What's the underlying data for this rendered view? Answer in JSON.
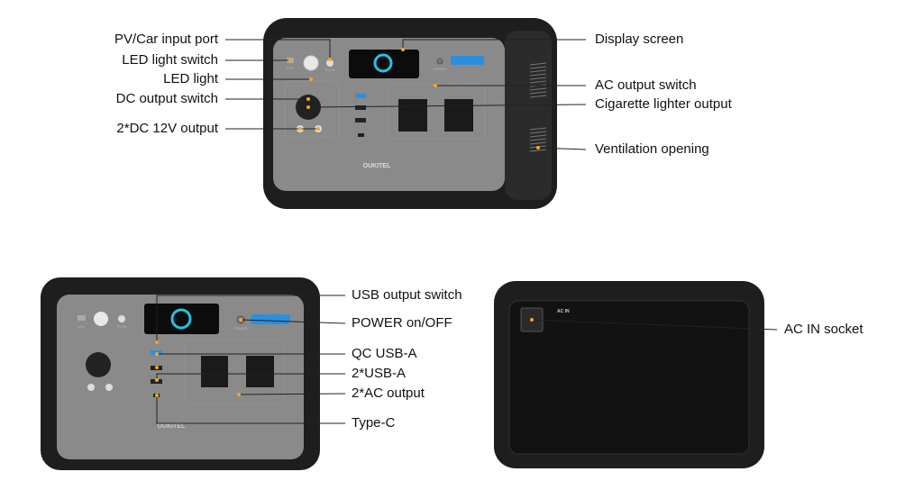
{
  "top_device": {
    "labels_left": [
      "PV/Car input port",
      "LED light switch",
      "LED light",
      "DC output switch",
      "2*DC 12V output"
    ],
    "labels_right": [
      "Display screen",
      "AC output switch",
      "Cigarette lighter output",
      "Ventilation opening"
    ],
    "panel_text": {
      "led": "LED",
      "pv_in": "PV IN",
      "power": "POWER",
      "brand": "OUKITEL"
    }
  },
  "front_device": {
    "labels": [
      "USB output switch",
      "POWER on/OFF",
      "QC USB-A",
      "2*USB-A",
      "2*AC output",
      "Type-C"
    ],
    "panel_text": {
      "led": "LED",
      "pv_in": "PV IN",
      "power": "POWER",
      "brand": "OUKITEL"
    }
  },
  "back_device": {
    "labels": [
      "AC IN socket"
    ],
    "panel_text": {
      "ac_in": "AC IN"
    }
  },
  "colors": {
    "marker": "#f5a623",
    "body": "#1e1e1e",
    "face": "#8a8a8a",
    "display_ring": "#22c3e6",
    "badge": "#2b8fe0"
  }
}
